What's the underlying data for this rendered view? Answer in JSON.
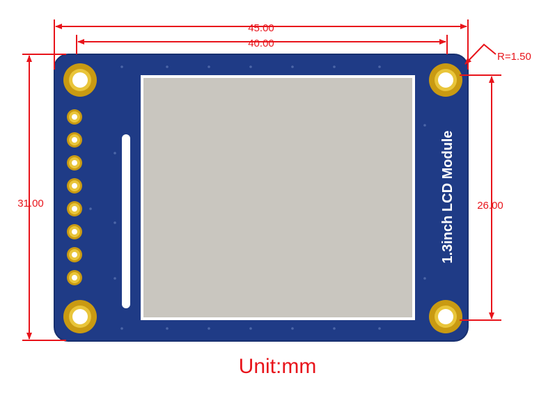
{
  "colors": {
    "dimension": "#e8141b",
    "pcb": "#1f3b86",
    "pcb_edge": "#18306f",
    "gold": "#e9c53a",
    "gold_dark": "#c99a12",
    "screen": "#c9c6bf",
    "screen_border": "#ffffff",
    "label": "#ffffff"
  },
  "dimensions": {
    "overall_width": "45.00",
    "hole_spacing_x": "40.00",
    "overall_height": "31.00",
    "hole_spacing_y": "26.00",
    "corner_radius": "R=1.50"
  },
  "module": {
    "label": "1.3inch LCD Module",
    "header_pin_count": 8
  },
  "unit": "Unit:mm"
}
